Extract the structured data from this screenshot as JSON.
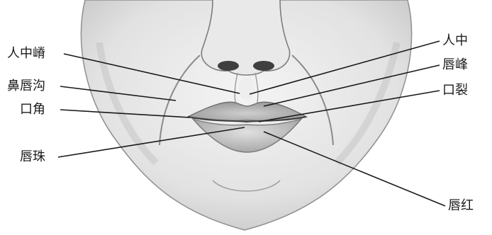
{
  "labels": {
    "philtral_ridge": "人中嵴",
    "nasolabial_groove": "鼻唇沟",
    "mouth_corner": "口角",
    "lip_bead": "唇珠",
    "philtrum": "人中",
    "lip_peak": "唇峰",
    "oral_fissure": "口裂",
    "vermilion": "唇红"
  }
}
